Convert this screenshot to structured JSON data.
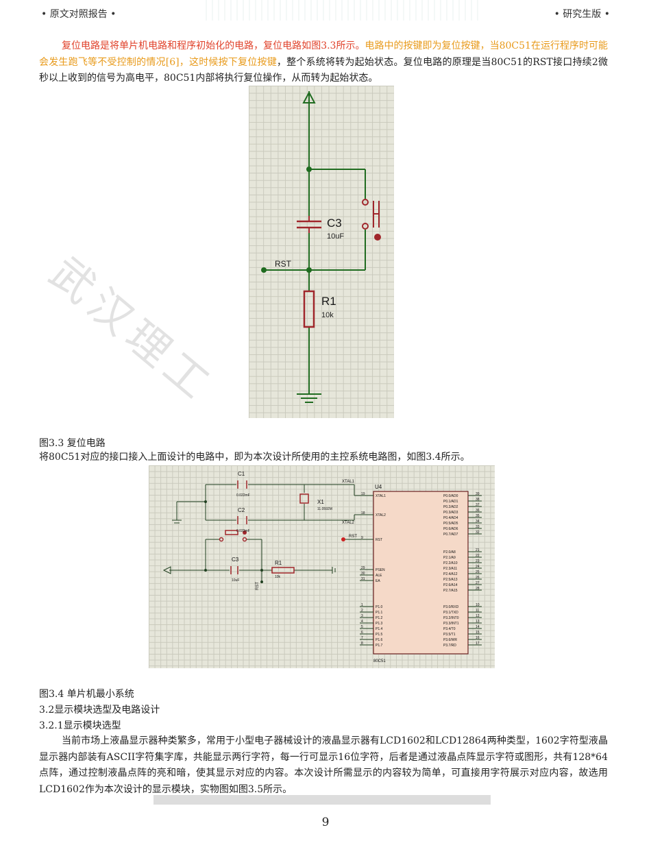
{
  "header": {
    "left": "• 原文对照报告 •",
    "right": "• 研究生版 •"
  },
  "para1": {
    "red": "复位电路是将单片机电路和程序初始化的电路，复位电路如图3.3所示。",
    "orange": "电路中的按键即为复位按键，当80C51在运行程序时可能会发生跑飞等不受控制的情况[6]，这时候按下复位按键",
    "normal": "，整个系统将转为起始状态。复位电路的原理是当80C51的RST接口持续2微秒以上收到的信号为高电平，80C51内部将执行复位操作，从而转为起始状态。"
  },
  "fig1": {
    "cap_label": "C3",
    "cap_value": "10uF",
    "rst_label": "RST",
    "res_label": "R1",
    "res_value": "10k"
  },
  "fig2": {
    "c1": "C1",
    "c1_val": "0.022mF",
    "c2": "C2",
    "c2_val": "0.022mF",
    "x1": "X1",
    "x1_val": "11.0592M",
    "xtal1": "XTAL1",
    "xtal2": "XTAL2",
    "rst": "RST",
    "c3": "C3",
    "c3_val": "10uF",
    "r1": "R1",
    "r1_val": "10k",
    "u4": "U4",
    "chip": "80C51",
    "pins_left_top": [
      {
        "n": "19",
        "l": "XTAL1"
      },
      {
        "n": "18",
        "l": "XTAL2"
      },
      {
        "n": "9",
        "l": "RST"
      }
    ],
    "pins_left_mid": [
      {
        "n": "29",
        "l": "PSEN"
      },
      {
        "n": "30",
        "l": "ALE"
      },
      {
        "n": "31",
        "l": "EA"
      }
    ],
    "pins_left_bot": [
      {
        "n": "1",
        "l": "P1.0"
      },
      {
        "n": "2",
        "l": "P1.1"
      },
      {
        "n": "3",
        "l": "P1.2"
      },
      {
        "n": "4",
        "l": "P1.3"
      },
      {
        "n": "5",
        "l": "P1.4"
      },
      {
        "n": "6",
        "l": "P1.5"
      },
      {
        "n": "7",
        "l": "P1.6"
      },
      {
        "n": "8",
        "l": "P1.7"
      }
    ],
    "pins_right_p0": [
      {
        "n": "39",
        "l": "P0.0/AD0"
      },
      {
        "n": "38",
        "l": "P0.1/AD1"
      },
      {
        "n": "37",
        "l": "P0.2/AD2"
      },
      {
        "n": "36",
        "l": "P0.3/AD3"
      },
      {
        "n": "35",
        "l": "P0.4/AD4"
      },
      {
        "n": "34",
        "l": "P0.5/AD5"
      },
      {
        "n": "33",
        "l": "P0.6/AD6"
      },
      {
        "n": "32",
        "l": "P0.7/AD7"
      }
    ],
    "pins_right_p2": [
      {
        "n": "21",
        "l": "P2.0/A8"
      },
      {
        "n": "22",
        "l": "P2.1/A9"
      },
      {
        "n": "23",
        "l": "P2.2/A10"
      },
      {
        "n": "24",
        "l": "P2.3/A11"
      },
      {
        "n": "25",
        "l": "P2.4/A12"
      },
      {
        "n": "26",
        "l": "P2.5/A13"
      },
      {
        "n": "27",
        "l": "P2.6/A14"
      },
      {
        "n": "28",
        "l": "P2.7/A15"
      }
    ],
    "pins_right_p3": [
      {
        "n": "10",
        "l": "P3.0/RXD"
      },
      {
        "n": "11",
        "l": "P3.1/TXD"
      },
      {
        "n": "12",
        "l": "P3.2/INT0"
      },
      {
        "n": "13",
        "l": "P3.3/INT1"
      },
      {
        "n": "14",
        "l": "P3.4/T0"
      },
      {
        "n": "15",
        "l": "P3.5/T1"
      },
      {
        "n": "16",
        "l": "P3.6/WR"
      },
      {
        "n": "17",
        "l": "P3.7/RD"
      }
    ]
  },
  "caption1": "图3.3  复位电路",
  "line_after_cap1": "将80C51对应的接口接入上面设计的电路中，即为本次设计所使用的主控系统电路图，如图3.4所示。",
  "caption2": "图3.4  单片机最小系统",
  "heading1": "3.2显示模块选型及电路设计",
  "heading2": "3.2.1显示模块选型",
  "para2": "当前市场上液晶显示器种类繁多，常用于小型电子器械设计的液晶显示器有LCD1602和LCD12864两种类型，1602字符型液晶显示器内部装有ASCII字符集字库，共能显示两行字符，每一行可显示16位字符，后者是通过液晶点阵显示字符或图形，共有128*64点阵，通过控制液晶点阵的亮和暗，使其显示对应的内容。本次设计所需显示的内容较为简单，可直接用字符展示对应内容，故选用LCD1602作为本次设计的显示模块，实物图如图3.5所示。",
  "watermark": "武汉理工",
  "page_number": "9"
}
